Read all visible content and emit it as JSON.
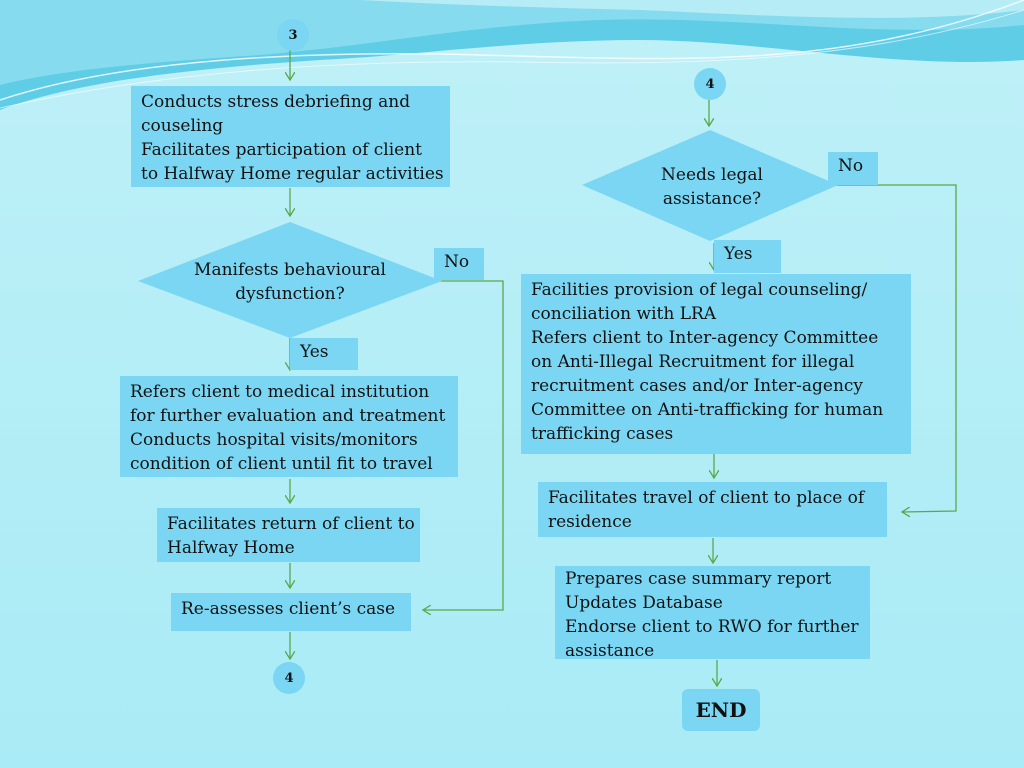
{
  "connectors": {
    "c3": "3",
    "c4_left": "4",
    "c4_right": "4"
  },
  "left": {
    "box1": [
      "Conducts stress debriefing and",
      "couseling",
      "Facilitates participation of client",
      "to Halfway Home regular activities"
    ],
    "decision": [
      "Manifests behavioural",
      "dysfunction?"
    ],
    "no_label": "No",
    "yes_label": "Yes",
    "box2": [
      "Refers client to medical institution",
      "for further evaluation and treatment",
      "Conducts hospital visits/monitors",
      "condition of client until fit to travel"
    ],
    "box3": [
      "Facilitates return of client to",
      "Halfway Home"
    ],
    "box4": "Re-assesses client’s case"
  },
  "right": {
    "decision": [
      "Needs legal",
      "assistance?"
    ],
    "no_label": "No",
    "yes_label": "Yes",
    "box1": [
      "Facilities provision of legal counseling/",
      "conciliation with LRA",
      "Refers client to Inter-agency Committee",
      "on Anti-Illegal Recruitment for illegal",
      "recruitment cases and/or Inter-agency",
      "Committee on Anti-trafficking for human",
      "trafficking cases"
    ],
    "box2": [
      "Facilitates travel of client to place of",
      "residence"
    ],
    "box3": [
      "Prepares case summary report",
      "Updates Database",
      "Endorse client to RWO for further",
      "assistance"
    ],
    "end": "END"
  },
  "colors": {
    "shape_fill": "#7ad6f3",
    "arrow": "#5aa84a",
    "background": "#bff0f7"
  }
}
